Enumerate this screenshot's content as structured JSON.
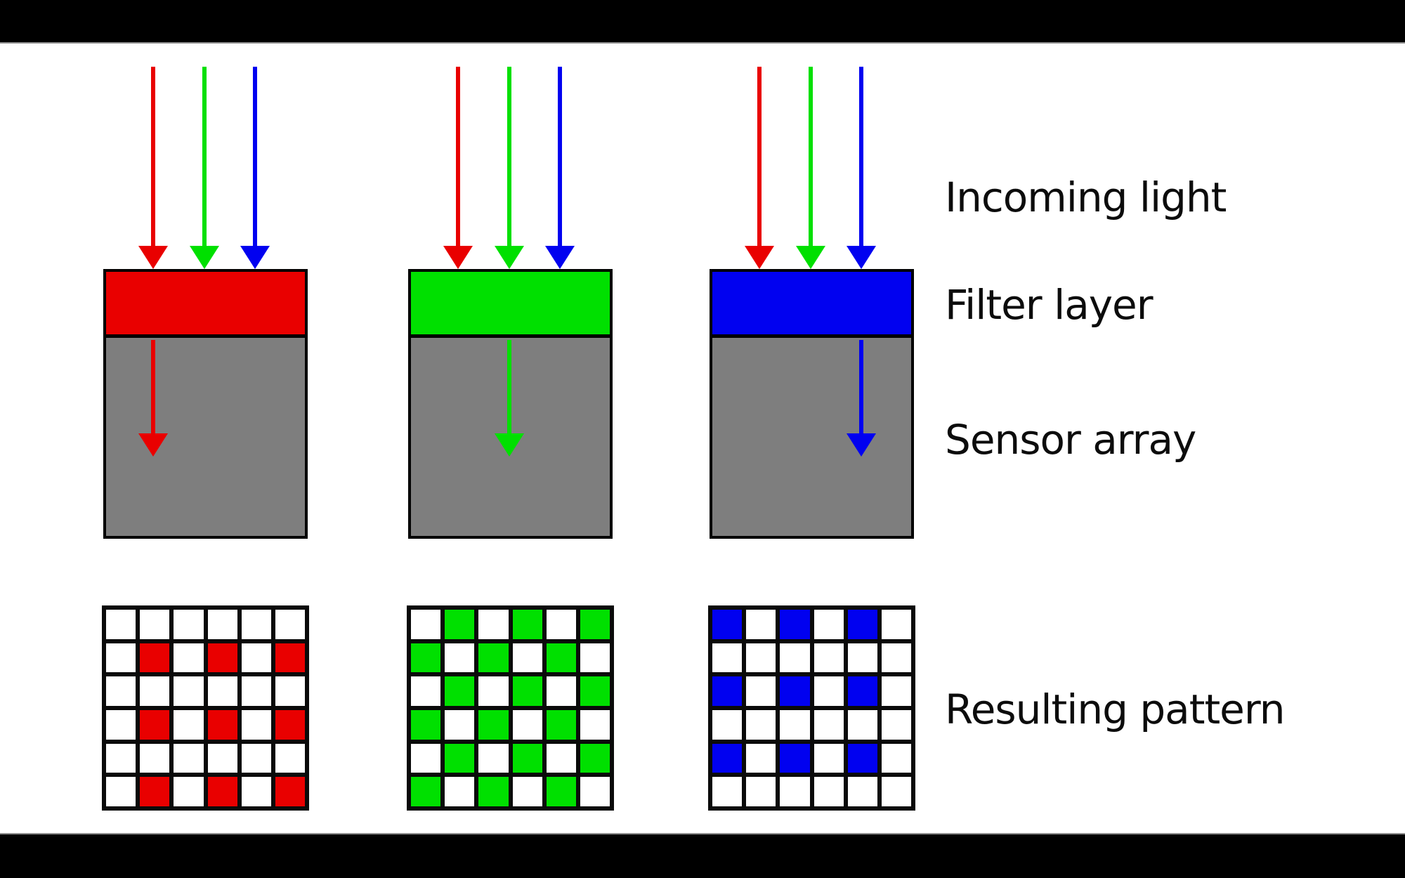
{
  "figure": {
    "description": "Color filter (Bayer) diagram video frame: incoming RGB light hits red, green and blue filter layers over sensor arrays, producing mosaic patterns",
    "background": "#ffffff",
    "letterbox_color": "#000000"
  },
  "labels": {
    "incoming_light": "Incoming light",
    "filter_layer": "Filter layer",
    "sensor_array": "Sensor array",
    "resulting_pattern": "Resulting pattern"
  },
  "colors": {
    "red": "#e90000",
    "green": "#00e000",
    "blue": "#0101f0",
    "sensor": "#7e7e7e",
    "outline": "#000000",
    "white": "#ffffff"
  },
  "columns": [
    {
      "id": "red",
      "filter_color_name": "red",
      "incoming_arrows": [
        "red",
        "green",
        "blue"
      ],
      "transmitted": "red",
      "transmitted_slot": 0,
      "pattern_rows": [
        "000000",
        "010101",
        "000000",
        "010101",
        "000000",
        "010101"
      ]
    },
    {
      "id": "green",
      "filter_color_name": "green",
      "incoming_arrows": [
        "red",
        "green",
        "blue"
      ],
      "transmitted": "green",
      "transmitted_slot": 1,
      "pattern_rows": [
        "010101",
        "101010",
        "010101",
        "101010",
        "010101",
        "101010"
      ]
    },
    {
      "id": "blue",
      "filter_color_name": "blue",
      "incoming_arrows": [
        "red",
        "green",
        "blue"
      ],
      "transmitted": "blue",
      "transmitted_slot": 2,
      "pattern_rows": [
        "101010",
        "000000",
        "101010",
        "000000",
        "101010",
        "000000"
      ]
    }
  ]
}
